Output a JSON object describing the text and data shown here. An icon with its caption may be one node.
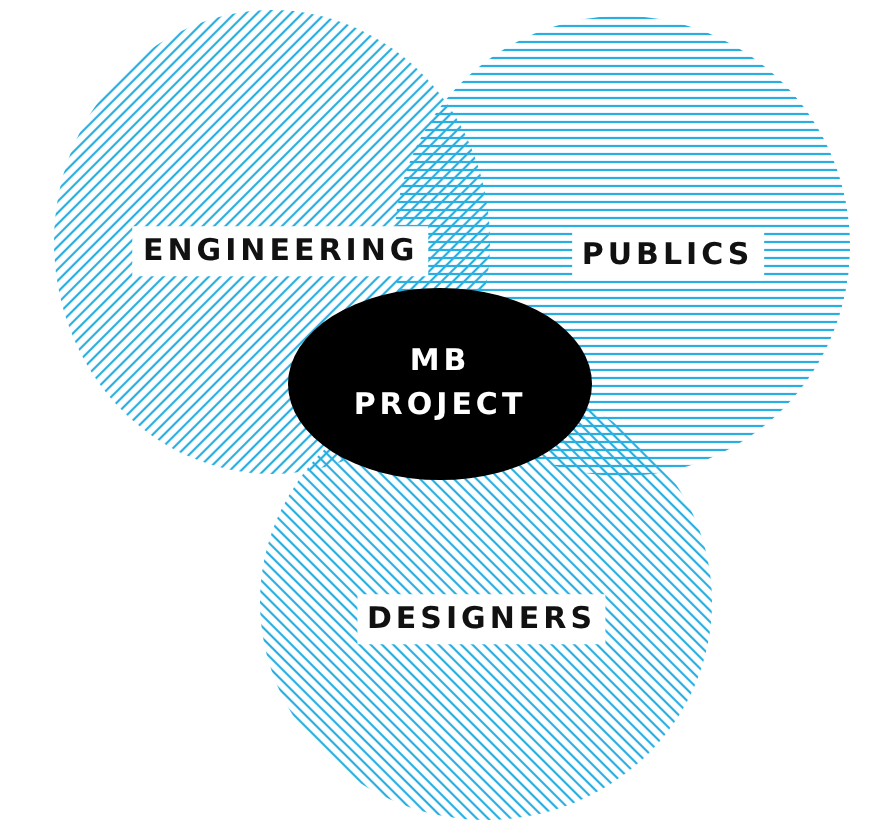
{
  "diagram": {
    "nodes": [
      {
        "text": [
          "ENGINEERING"
        ]
      },
      {
        "text": [
          "PUBLICS"
        ]
      },
      {
        "text": [
          "DESIGNERS"
        ]
      },
      {
        "text": [
          "MB PROJECT"
        ]
      }
    ]
  }
}
